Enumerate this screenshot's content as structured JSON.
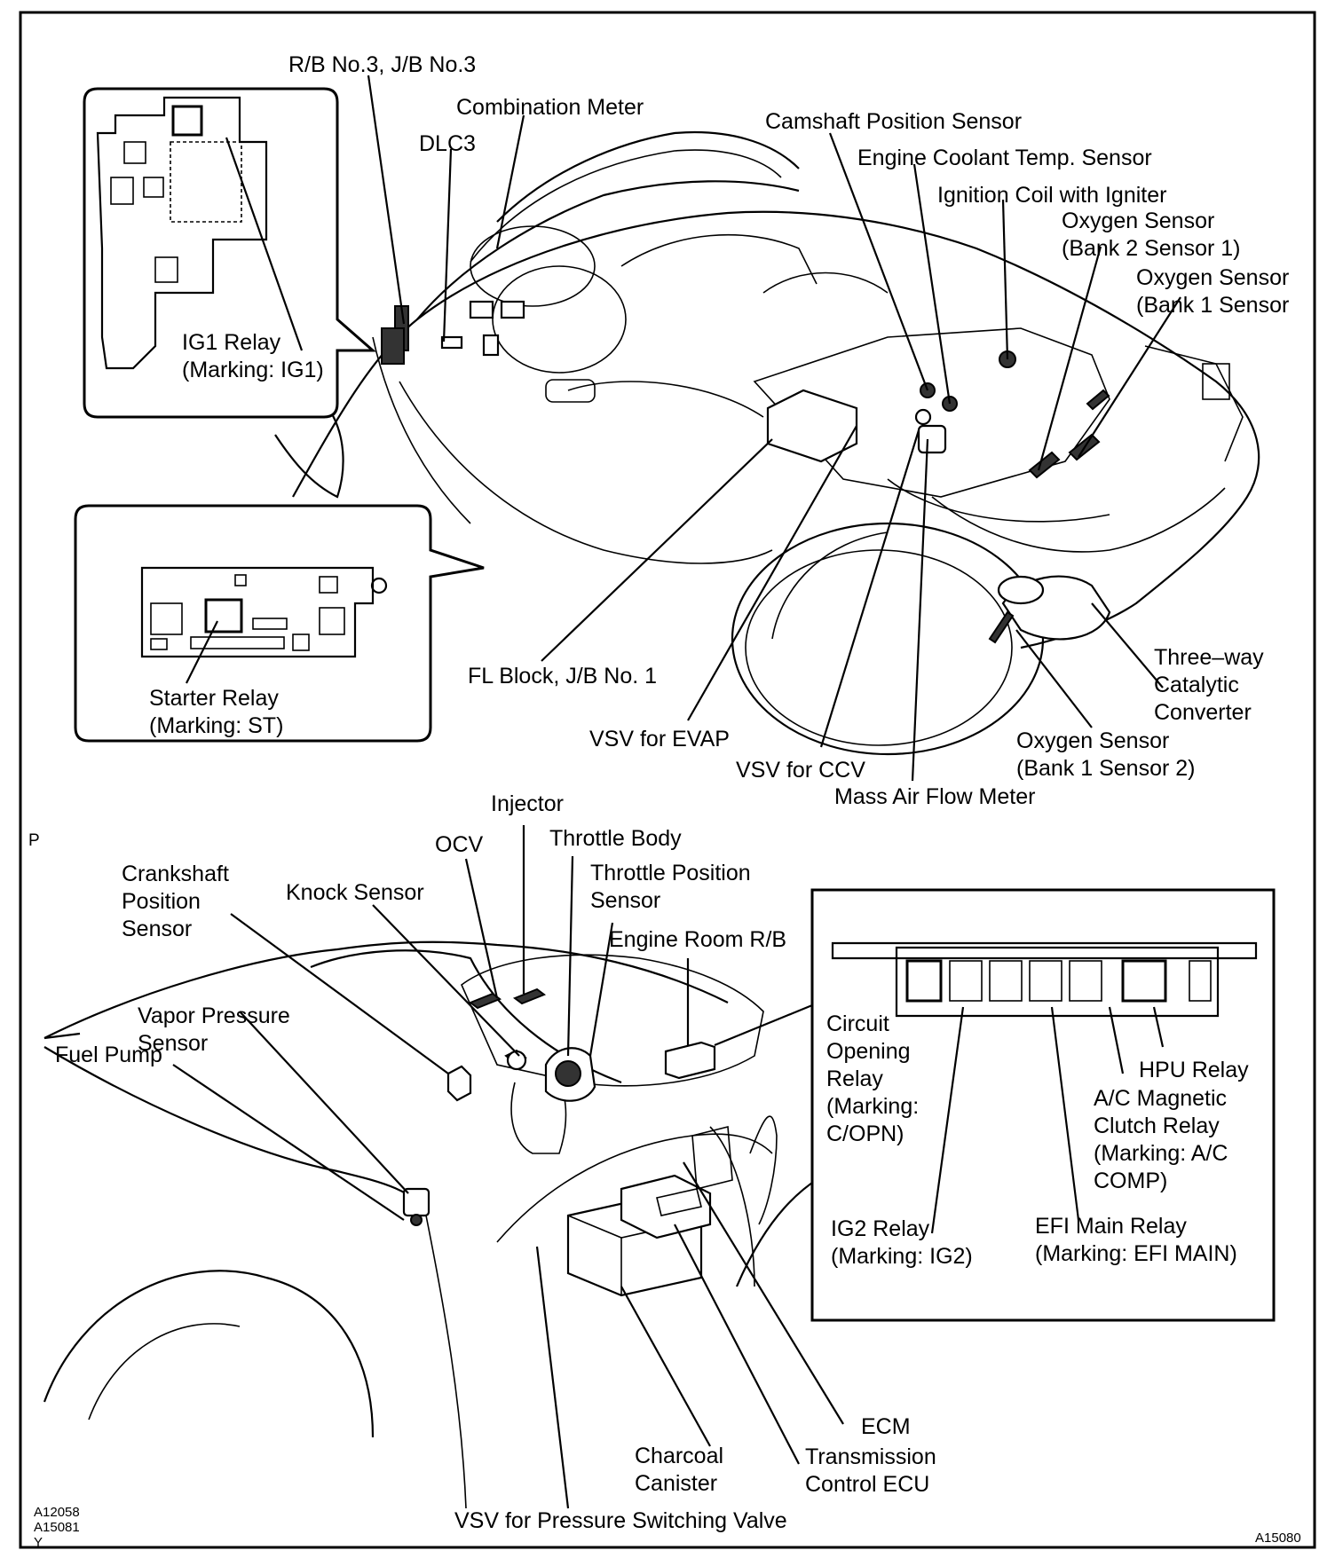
{
  "top_view": {
    "labels": {
      "rb3": "R/B No.3, J/B No.3",
      "combination_meter": "Combination Meter",
      "dlc3": "DLC3",
      "camshaft_sensor": "Camshaft Position Sensor",
      "coolant_sensor": "Engine Coolant Temp. Sensor",
      "ignition_coil": "Ignition Coil with Igniter",
      "o2_b2s1": "Oxygen Sensor\n(Bank 2 Sensor 1)",
      "o2_b1s1": "Oxygen Sensor\n(Bank 1 Sensor",
      "ig1_relay": "IG1 Relay\n(Marking: IG1)",
      "starter_relay": "Starter Relay\n(Marking: ST)",
      "fl_block": "FL Block, J/B No. 1",
      "vsv_evap": "VSV for EVAP",
      "vsv_ccv": "VSV for CCV",
      "maf": "Mass Air Flow Meter",
      "o2_b1s2": "Oxygen Sensor\n(Bank 1 Sensor 2)",
      "catalytic": "Three–way\nCatalytic\nConverter"
    }
  },
  "bottom_view": {
    "labels": {
      "p_mark": "P",
      "injector": "Injector",
      "ocv": "OCV",
      "throttle_body": "Throttle Body",
      "crankshaft": "Crankshaft\nPosition\nSensor",
      "knock": "Knock Sensor",
      "tps": "Throttle Position\nSensor",
      "engine_room_rb": "Engine Room R/B",
      "vapor_pressure": "Vapor Pressure\nSensor",
      "fuel_pump": "Fuel Pump",
      "circuit_opening": "Circuit\nOpening\nRelay\n(Marking:\nC/OPN)",
      "hpu_relay": "HPU Relay",
      "ac_clutch": "A/C Magnetic\nClutch Relay\n(Marking: A/C\nCOMP)",
      "ig2_relay": "IG2 Relay\n(Marking: IG2)",
      "efi_main": "EFI Main Relay\n(Marking: EFI MAIN)",
      "ecm": "ECM",
      "charcoal": "Charcoal\nCanister",
      "tcu": "Transmission\nControl ECU",
      "vsv_psv": "VSV for Pressure Switching Valve"
    }
  },
  "refs": {
    "left": "A12058\nA15081\nY",
    "right": "A15080"
  }
}
